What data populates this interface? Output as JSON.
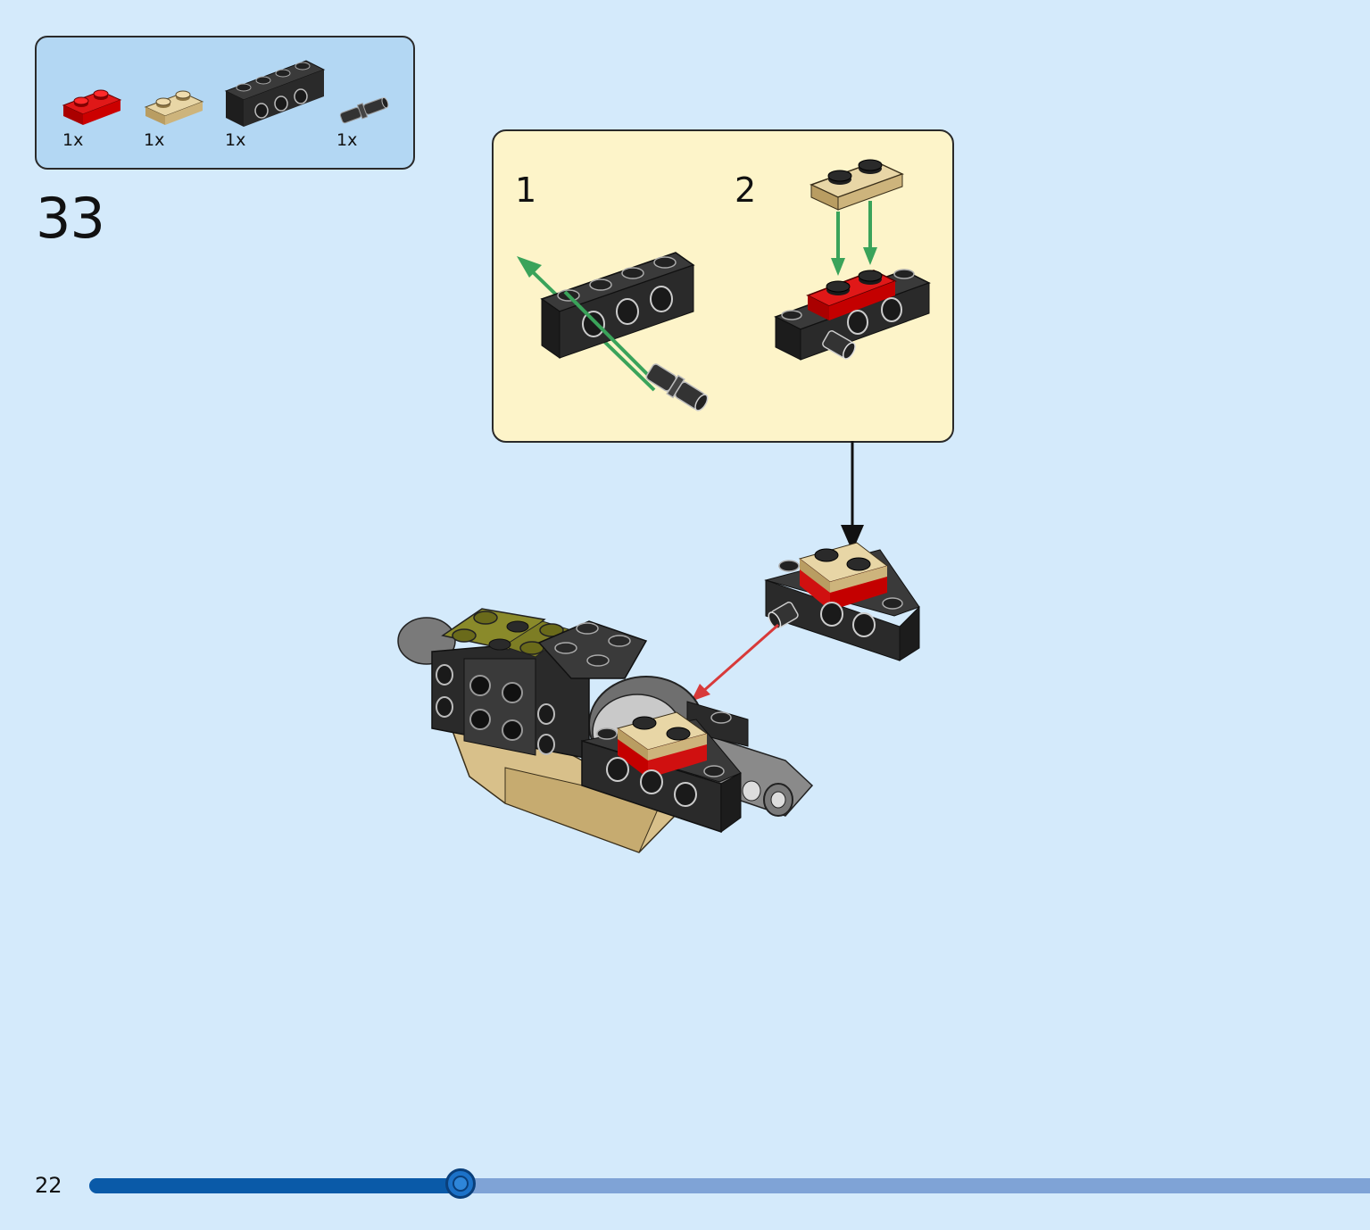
{
  "parts_list": {
    "items": [
      {
        "name": "red-plate-1x2",
        "quantity": "1x",
        "color": "#d01010"
      },
      {
        "name": "tan-plate-1x2",
        "quantity": "1x",
        "color": "#d8c08a"
      },
      {
        "name": "black-technic-brick-1x4",
        "quantity": "1x",
        "color": "#2b2b2b"
      },
      {
        "name": "black-technic-pin",
        "quantity": "1x",
        "color": "#333333"
      }
    ]
  },
  "step": {
    "number": "33"
  },
  "sub_steps": [
    {
      "number": "1"
    },
    {
      "number": "2"
    }
  ],
  "colors": {
    "background": "#d4eafb",
    "parts_box": "#b3d7f3",
    "sub_box": "#fdf4c9",
    "arrow_green": "#3aa35a",
    "arrow_red": "#d83a3a"
  },
  "footer": {
    "page_number": "22",
    "progress_fraction": 0.29
  }
}
